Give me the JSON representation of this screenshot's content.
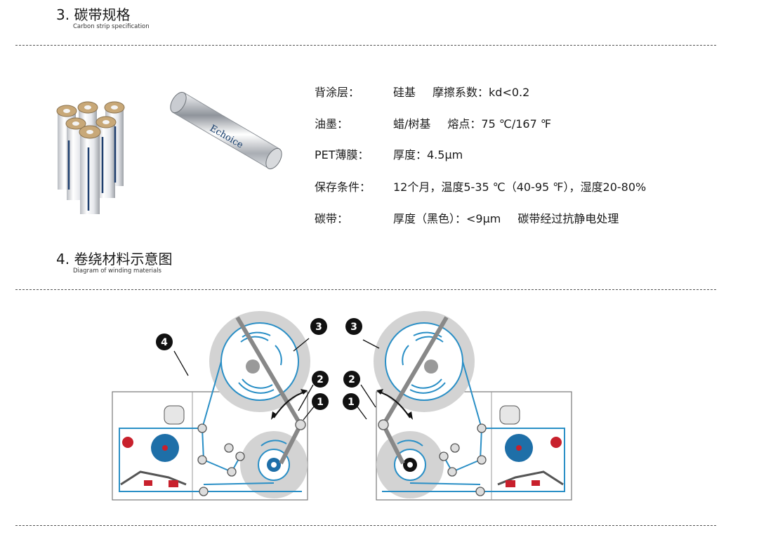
{
  "section3": {
    "title": "3. 碳带规格",
    "subtitle": "Carbon strip specification"
  },
  "specs": [
    {
      "label": "背涂层：",
      "value": "硅基",
      "extra": "摩擦系数：kd<0.2"
    },
    {
      "label": "油墨：",
      "value": "蜡/树基",
      "extra": "熔点：75 ℃/167 ℉"
    },
    {
      "label": "PET薄膜：",
      "value": "厚度：4.5μm",
      "extra": ""
    },
    {
      "label": "保存条件：",
      "value": "12个月，温度5-35 ℃（40-95 ℉），湿度20-80%",
      "extra": ""
    },
    {
      "label": "碳带：",
      "value": "厚度（黑色）：<9μm",
      "extra": "碳带经过抗静电处理"
    }
  ],
  "product": {
    "brand_print": "Echoice"
  },
  "section4": {
    "title": "4. 卷绕材料示意图",
    "subtitle": "Diagram of winding materials"
  },
  "diagram_markers": {
    "m1": "1",
    "m2": "2",
    "m3": "3",
    "m4": "4"
  },
  "colors": {
    "accent": "#2a8fc6",
    "roll_gray": "#d3d3d3",
    "marker": "#111111",
    "red": "#c8202c"
  }
}
